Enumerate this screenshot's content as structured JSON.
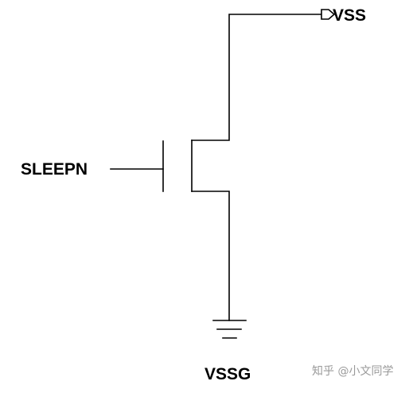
{
  "labels": {
    "supply": "VSS",
    "gate": "SLEEPN",
    "ground": "VSSG"
  },
  "watermark": "知乎 @小文同学",
  "colors": {
    "wire": "#000000",
    "background": "#ffffff",
    "watermark": "#9a9a9a"
  },
  "components": {
    "transistor": "nmos-transistor",
    "supply_port": "output-port-arrow-icon",
    "ground": "ground-symbol-icon"
  }
}
